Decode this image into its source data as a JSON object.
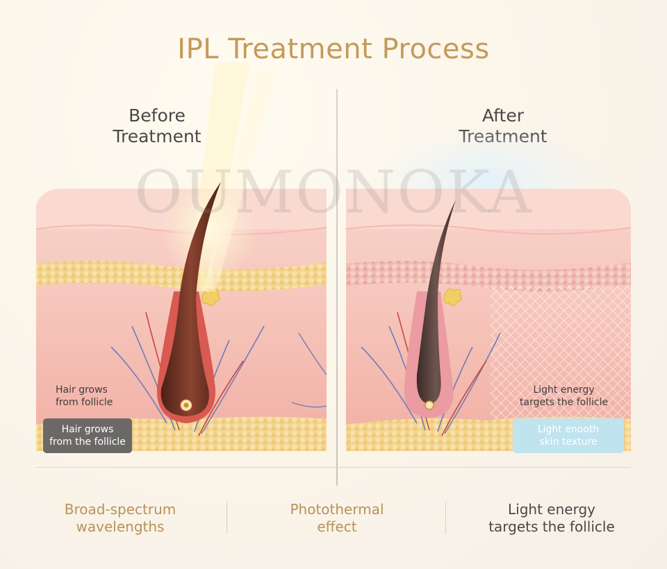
{
  "title": "IPL Treatment Process",
  "before": {
    "heading_line1": "Before",
    "heading_line2": "Treatment",
    "label_line1": "Hair grows",
    "label_line2": "from follicle",
    "tag_line1": "Hair grows",
    "tag_line2": "from the follicle"
  },
  "after": {
    "heading_line1": "After",
    "heading_line2": "Treatment",
    "label_line1": "Light energy",
    "label_line2": "targets the follicle",
    "tag_line1": "Light enooth",
    "tag_line2": "skin texture"
  },
  "captions": [
    {
      "line1": "Broad-spectrum",
      "line2": "wavelengths"
    },
    {
      "line1": "Photothermal",
      "line2": "effect"
    },
    {
      "line1": "Light energy",
      "line2": "targets the follicle"
    }
  ],
  "watermark": "OUMONOKA",
  "colors": {
    "title": "#c49a5a",
    "caption_gold": "#b89258",
    "caption_dark": "#4a4848",
    "skin_top": "#f6c8be",
    "fat_layer": "#f3d491",
    "hair": "#6b3222"
  }
}
